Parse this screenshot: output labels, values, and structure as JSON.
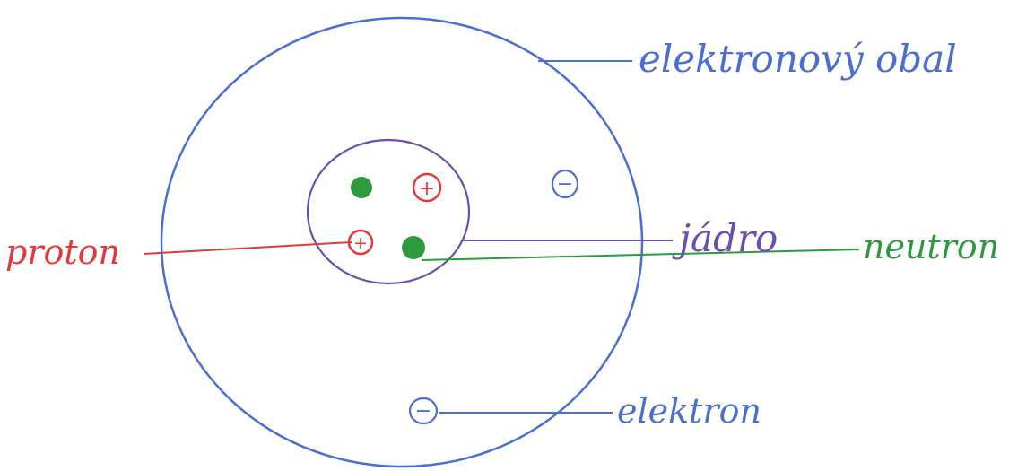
{
  "colors": {
    "background": "#ffffff",
    "electron": "#4a6fd0",
    "proton": "#e23a3a",
    "neutron": "#2e9a3e",
    "nucleus": "#6a4fb0"
  },
  "labels": {
    "electron_shell": "elektronový obal",
    "nucleus": "jádro",
    "neutron": "neutron",
    "proton": "proton",
    "electron": "elektron"
  },
  "symbols": {
    "plus": "+",
    "minus": "−"
  }
}
